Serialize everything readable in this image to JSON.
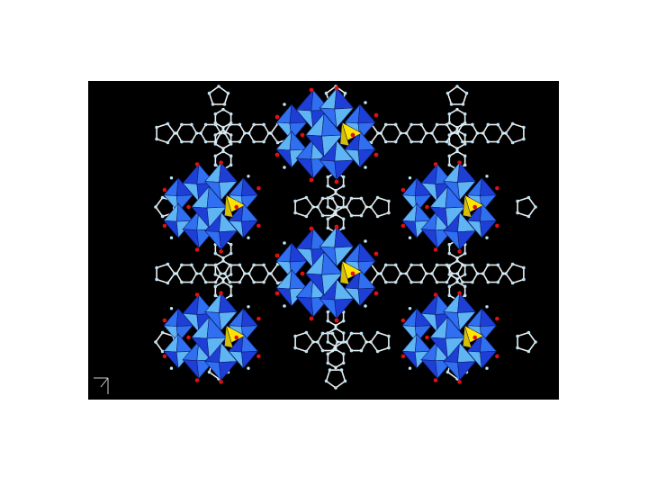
{
  "figure": {
    "background": "#000000",
    "page_background": "#ffffff",
    "type": "crystal structure packing diagram",
    "colors": {
      "polyhedron_dark": "#1e3fd6",
      "polyhedron_mid": "#2f6ff0",
      "polyhedron_light": "#5fb4f3",
      "tetrahedron": "#ffe400",
      "oxygen_atom": "#e01010",
      "framework_bond": "#f0f0f0",
      "framework_atom": "#bfe3f5"
    },
    "clusters": [
      {
        "id": "cluster-top-center",
        "orientation": "right"
      },
      {
        "id": "cluster-mid-left",
        "orientation": "right"
      },
      {
        "id": "cluster-mid-right",
        "orientation": "right"
      },
      {
        "id": "cluster-center",
        "orientation": "right"
      },
      {
        "id": "cluster-bottom-left",
        "orientation": "right"
      },
      {
        "id": "cluster-bottom-right",
        "orientation": "right"
      }
    ],
    "axis_triad": {
      "shown": true,
      "labels": []
    }
  }
}
